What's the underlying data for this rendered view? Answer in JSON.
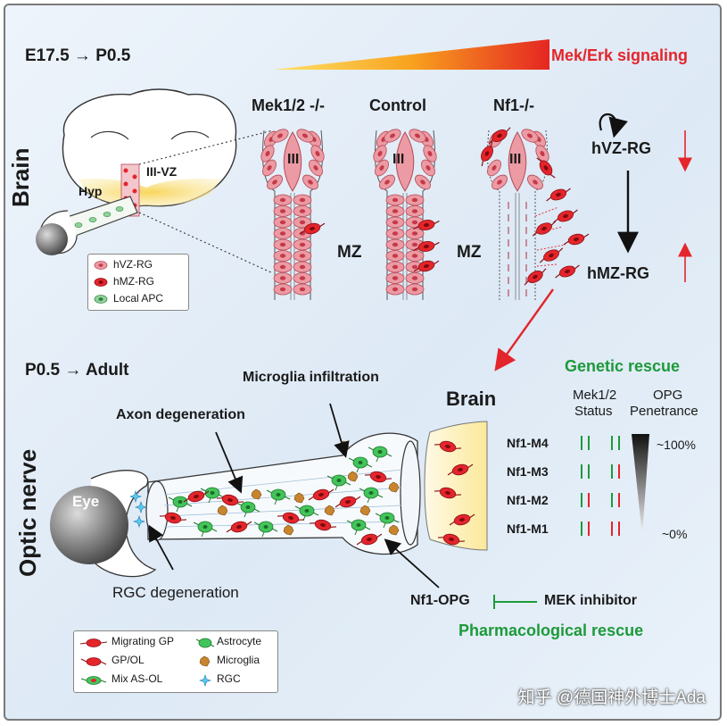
{
  "timeline": {
    "stage1": "E17.5 → P0.5",
    "stage2": "P0.5 → Adult"
  },
  "signaling": {
    "label": "Mek/Erk signaling",
    "color": "#e4252b"
  },
  "side_labels": {
    "brain": "Brain",
    "optic_nerve": "Optic nerve"
  },
  "brain_section": {
    "hyp": "Hyp",
    "iii_vz": "III-VZ"
  },
  "legend_top": {
    "items": [
      "hVZ-RG",
      "hMZ-RG",
      "Local APC"
    ]
  },
  "columns": {
    "headers": [
      "Mek1/2 -/-",
      "Control",
      "Nf1-/-"
    ],
    "ventricle_label": "III",
    "mz_label": "MZ"
  },
  "right_panel": {
    "hvz": "hVZ-RG",
    "hmz": "hMZ-RG"
  },
  "optic": {
    "eye": "Eye",
    "brain": "Brain",
    "axon": "Axon degeneration",
    "microglia": "Microglia infiltration",
    "rgc": "RGC degeneration",
    "nf1_opg": "Nf1-OPG",
    "mek_inhibitor": "MEK inhibitor",
    "pharm_rescue": "Pharmacological rescue"
  },
  "genetic": {
    "title": "Genetic rescue",
    "col1_line1": "Mek1/2",
    "col1_line2": "Status",
    "col2_line1": "OPG",
    "col2_line2": "Penetrance",
    "rows": [
      "Nf1-M4",
      "Nf1-M3",
      "Nf1-M2",
      "Nf1-M1"
    ],
    "top_value": "~100%",
    "bottom_value": "~0%"
  },
  "legend_bottom": {
    "items": [
      "Migrating GP",
      "GP/OL",
      "Mix AS-OL",
      "Astrocyte",
      "Microglia",
      "RGC"
    ]
  },
  "watermark": "知乎 @德国神外博士Ada"
}
